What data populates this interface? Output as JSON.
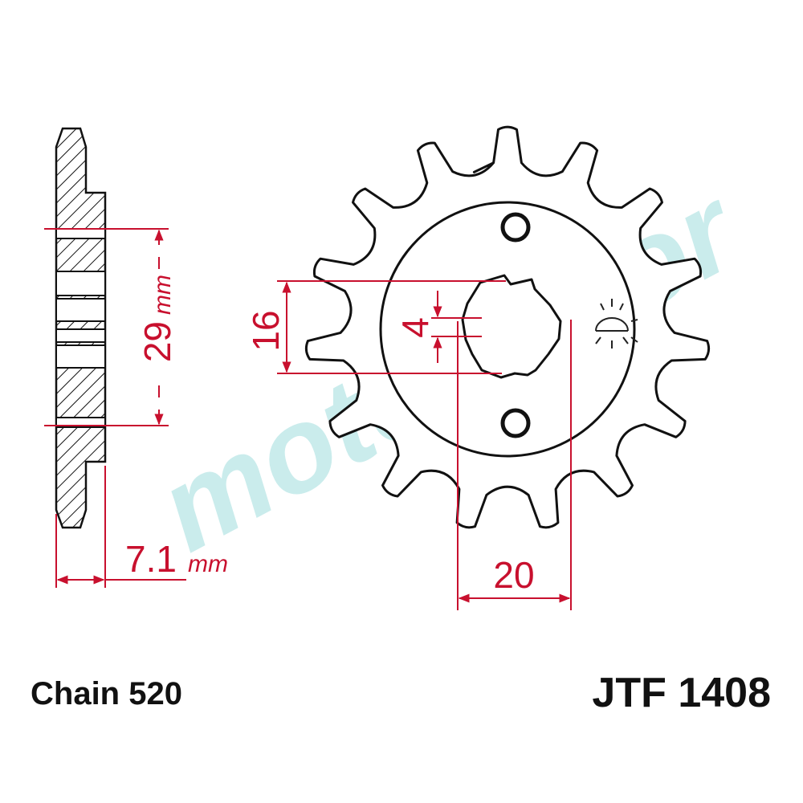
{
  "dimensions": {
    "teeth_width": {
      "value": "29",
      "unit": "mm"
    },
    "thickness": {
      "value": "7.1",
      "unit": "mm"
    },
    "spline_height": {
      "value": "16"
    },
    "spline_width": {
      "value": "20"
    },
    "key_width": {
      "value": "4"
    }
  },
  "captions": {
    "chain": "Chain 520",
    "part_number": "JTF 1408"
  },
  "watermark": "moto2door",
  "sprocket": {
    "teeth": 15
  },
  "colors": {
    "dimension": "#c8102e",
    "outline": "#111111",
    "watermark": "#b9e6e6"
  }
}
